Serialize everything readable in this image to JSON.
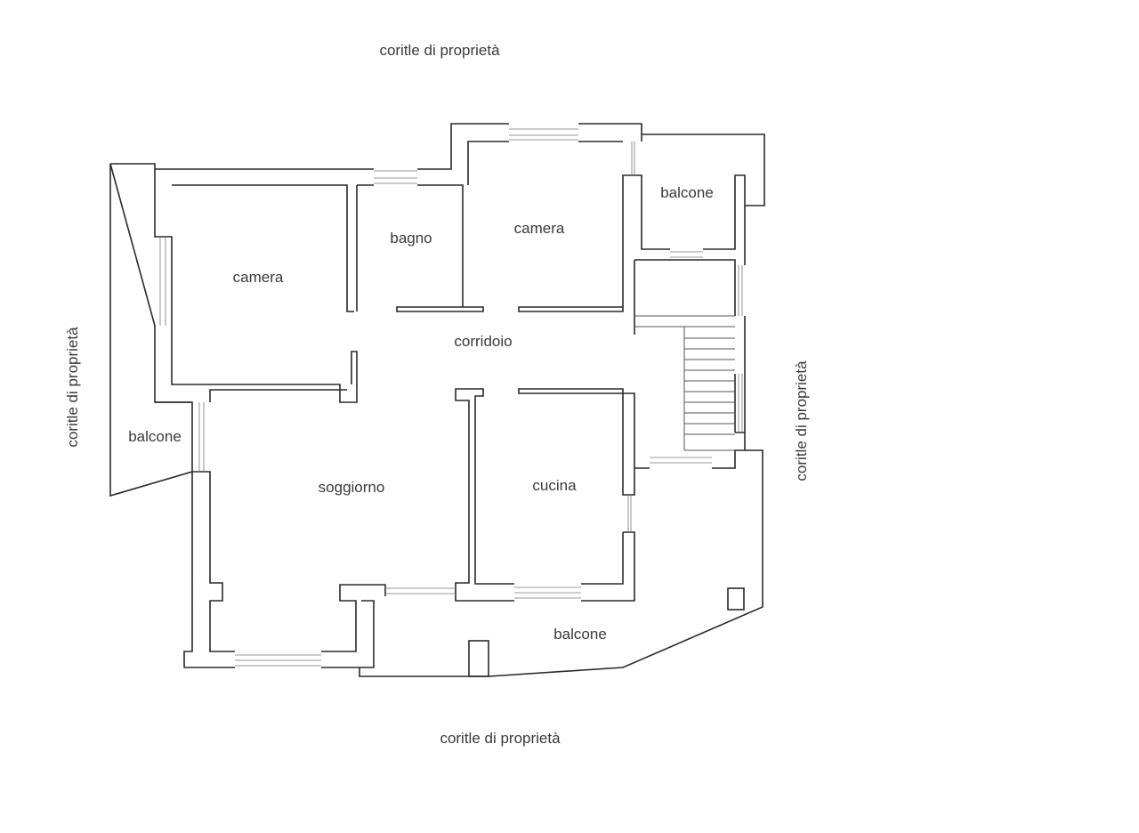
{
  "courtyard_labels": {
    "top": "coritle di proprietà",
    "left": "coritle di proprietà",
    "right": "coritle di proprietà",
    "bottom": "coritle di proprietà"
  },
  "rooms": {
    "camera_left": "camera",
    "bagno": "bagno",
    "camera_top": "camera",
    "balcone_top_right": "balcone",
    "corridoio": "corridoio",
    "balcone_left": "balcone",
    "soggiorno": "soggiorno",
    "cucina": "cucina",
    "balcone_bottom": "balcone"
  }
}
